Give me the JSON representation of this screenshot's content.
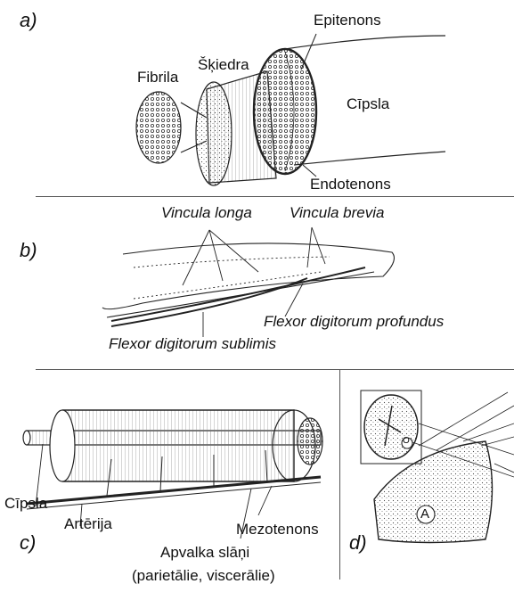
{
  "panels": {
    "a": {
      "letter": "a)",
      "labels": {
        "epitenons": "Epitenons",
        "fibrila": "Fibrila",
        "skiedra": "Šķiedra",
        "cipsla": "Cīpsla",
        "endotenons": "Endotenons"
      }
    },
    "b": {
      "letter": "b)",
      "labels": {
        "vincula_longa": "Vincula longa",
        "vincula_brevia": "Vincula brevia",
        "fdp": "Flexor digitorum profundus",
        "fds": "Flexor digitorum sublimis"
      }
    },
    "c": {
      "letter": "c)",
      "labels": {
        "cipsla": "Cīpsla",
        "arterija": "Artērija",
        "mezotenons": "Mezotenons",
        "apvalka": "Apvalka slāņi",
        "apvalka_sub": "(parietālie, viscerālie)"
      }
    },
    "d": {
      "letter": "d)",
      "labels": {
        "a_marker": "A",
        "o_marker": "O"
      }
    }
  }
}
